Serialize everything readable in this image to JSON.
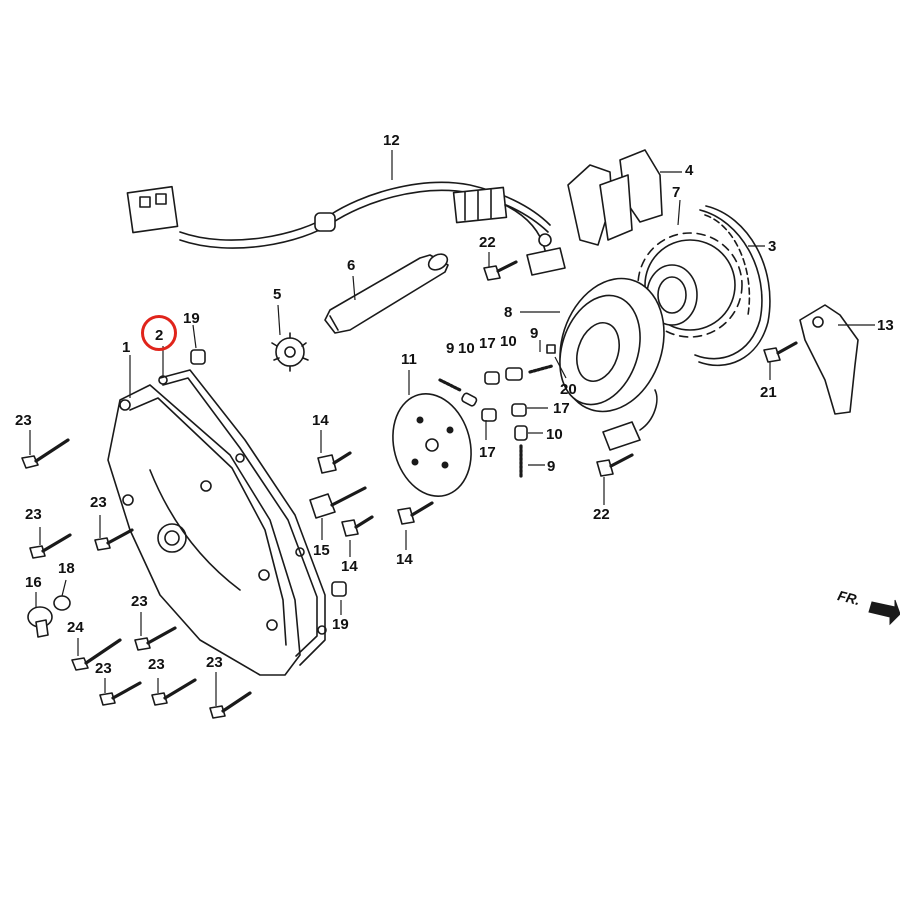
{
  "diagram": {
    "labels": {
      "p1": "1",
      "p2": "2",
      "p3": "3",
      "p4": "4",
      "p5": "5",
      "p6": "6",
      "p7": "7",
      "p8": "8",
      "p9a": "9",
      "p9b": "9",
      "p9c": "9",
      "p10a": "10",
      "p10b": "10",
      "p10c": "10",
      "p11": "11",
      "p12": "12",
      "p13": "13",
      "p14a": "14",
      "p14b": "14",
      "p14c": "14",
      "p15": "15",
      "p16": "16",
      "p17a": "17",
      "p17b": "17",
      "p17c": "17",
      "p18": "18",
      "p19a": "19",
      "p19b": "19",
      "p20": "20",
      "p21": "21",
      "p22a": "22",
      "p22b": "22",
      "p23a": "23",
      "p23b": "23",
      "p23c": "23",
      "p23d": "23",
      "p23e": "23",
      "p23f": "23",
      "p23g": "23",
      "p24": "24"
    },
    "direction_marker": "FR.",
    "highlight": {
      "part": "2",
      "color": "#e0241b"
    }
  }
}
